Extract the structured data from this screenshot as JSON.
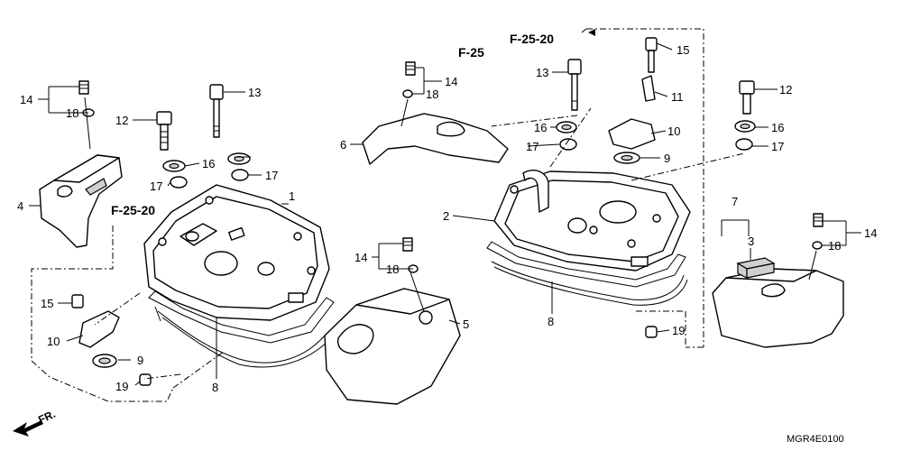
{
  "diagram_code": "MGR4E0100",
  "front_marker": "FR.",
  "references": {
    "left": "F-25-20",
    "right_top": "F-25-20",
    "right": "F-25"
  },
  "callouts": {
    "c1": "1",
    "c2": "2",
    "c3": "3",
    "c4": "4",
    "c5": "5",
    "c6": "6",
    "c7": "7",
    "c8_left": "8",
    "c8_right": "8",
    "c9_left": "9",
    "c9_right": "9",
    "c10_left": "10",
    "c10_right": "10",
    "c11": "11",
    "c12_left": "12",
    "c12_right": "12",
    "c13_left": "13",
    "c13_right": "13",
    "c14_a": "14",
    "c14_b": "14",
    "c14_c": "14",
    "c14_d": "14",
    "c15_left": "15",
    "c15_right": "15",
    "c16_left": "16",
    "c16_right": "16",
    "c16_far": "16",
    "c17_left": "17",
    "c17_right": "17",
    "c17_mid": "17",
    "c17_far": "17",
    "c18_a": "18",
    "c18_b": "18",
    "c18_c": "18",
    "c18_d": "18",
    "c19_left": "19",
    "c19_right": "19"
  }
}
